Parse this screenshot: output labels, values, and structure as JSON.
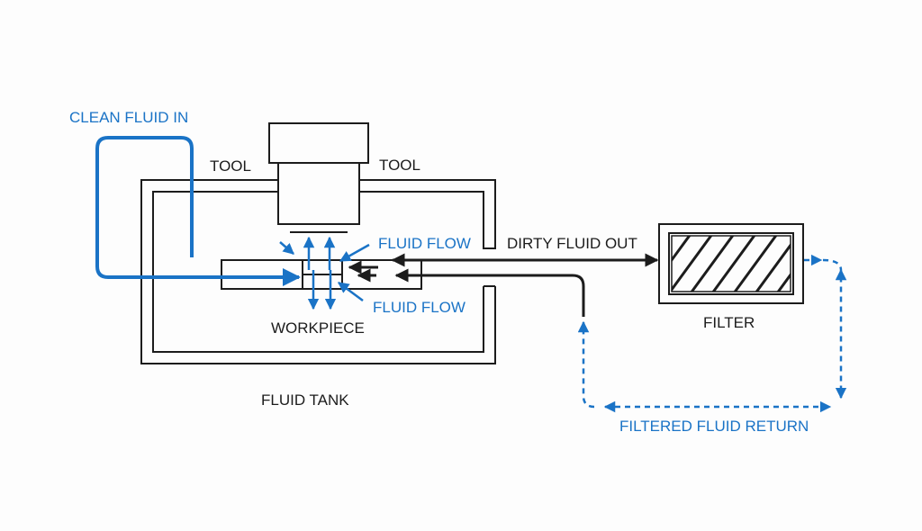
{
  "colors": {
    "flow": "#1a73c6",
    "line": "#1c1c1c",
    "background": "#fdfdfd"
  },
  "labels": {
    "clean_fluid_in": "CLEAN FLUID IN",
    "tool_left": "TOOL",
    "tool_right": "TOOL",
    "fluid_flow_top": "FLUID FLOW",
    "fluid_flow_bottom": "FLUID FLOW",
    "dirty_fluid_out": "DIRTY FLUID OUT",
    "workpiece": "WORKPIECE",
    "filter": "FILTER",
    "fluid_tank": "FLUID TANK",
    "filtered_fluid_return": "FILTERED FLUID RETURN"
  }
}
